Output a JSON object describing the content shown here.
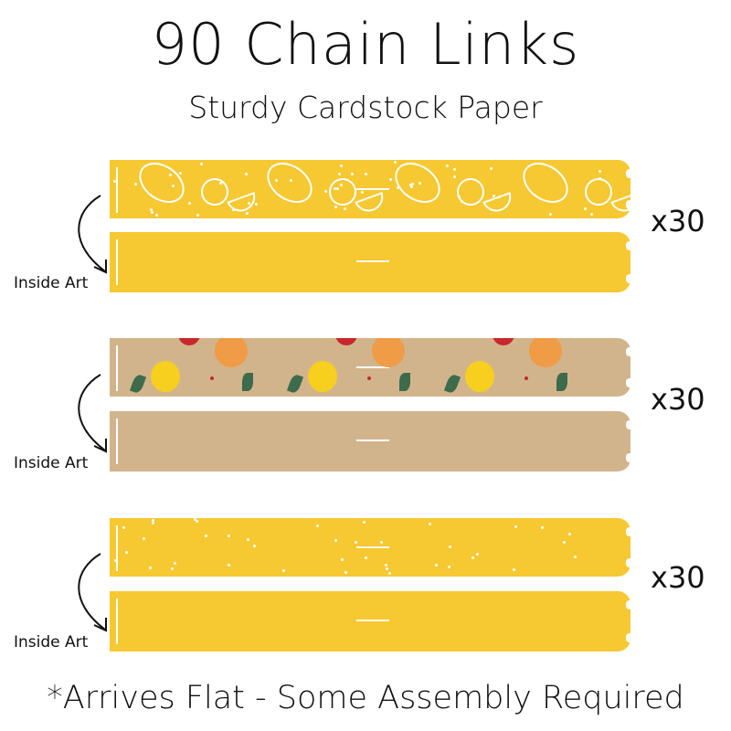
{
  "title": "90 Chain Links",
  "subtitle": "Sturdy Cardstock Paper",
  "sets": [
    {
      "design": "lemon-pattern",
      "count_label": "x30",
      "inside_label": "Inside Art"
    },
    {
      "design": "kraft-fruit-pattern",
      "count_label": "x30",
      "inside_label": "Inside Art"
    },
    {
      "design": "yellow-confetti",
      "count_label": "x30",
      "inside_label": "Inside Art"
    }
  ],
  "footer": "*Arrives Flat - Some Assembly Required",
  "colors": {
    "yellow": "#f6c832",
    "kraft": "#d2b48c",
    "text": "#111111"
  }
}
